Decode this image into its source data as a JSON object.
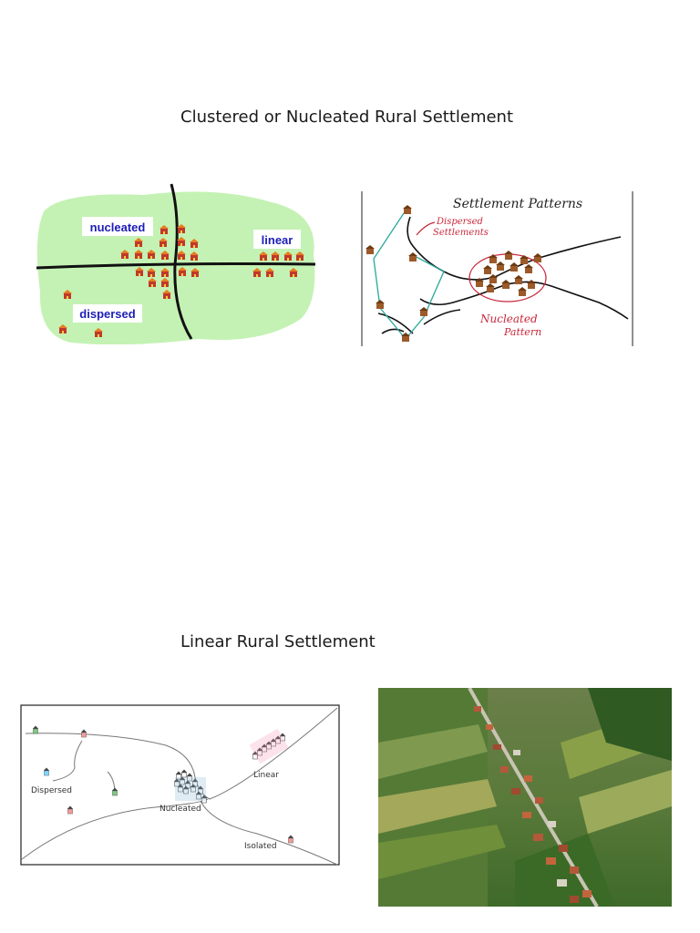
{
  "headings": {
    "clustered": "Clustered or Nucleated Rural Settlement",
    "linear": "Linear Rural Settlement"
  },
  "fig1": {
    "labels": {
      "nucleated": "nucleated",
      "linear": "linear",
      "dispersed": "dispersed"
    },
    "colors": {
      "land": "#c4f2b4",
      "road": "#111111",
      "house": "#c0392b",
      "label_text": "#1d1db8"
    }
  },
  "fig2": {
    "title": "Settlement Patterns",
    "dispersed_label_1": "Dispersed",
    "dispersed_label_2": "Settlements",
    "nucleated_label_1": "Nucleated",
    "nucleated_label_2": "Pattern",
    "colors": {
      "annotation": "#c8283c",
      "path": "#2aa89a",
      "house": "#9c5a2a"
    }
  },
  "fig3": {
    "labels": {
      "dispersed": "Dispersed",
      "nucleated": "Nucleated",
      "linear": "Linear",
      "isolated": "Isolated"
    }
  },
  "fig4": {
    "icon": "aerial-village-photo"
  }
}
